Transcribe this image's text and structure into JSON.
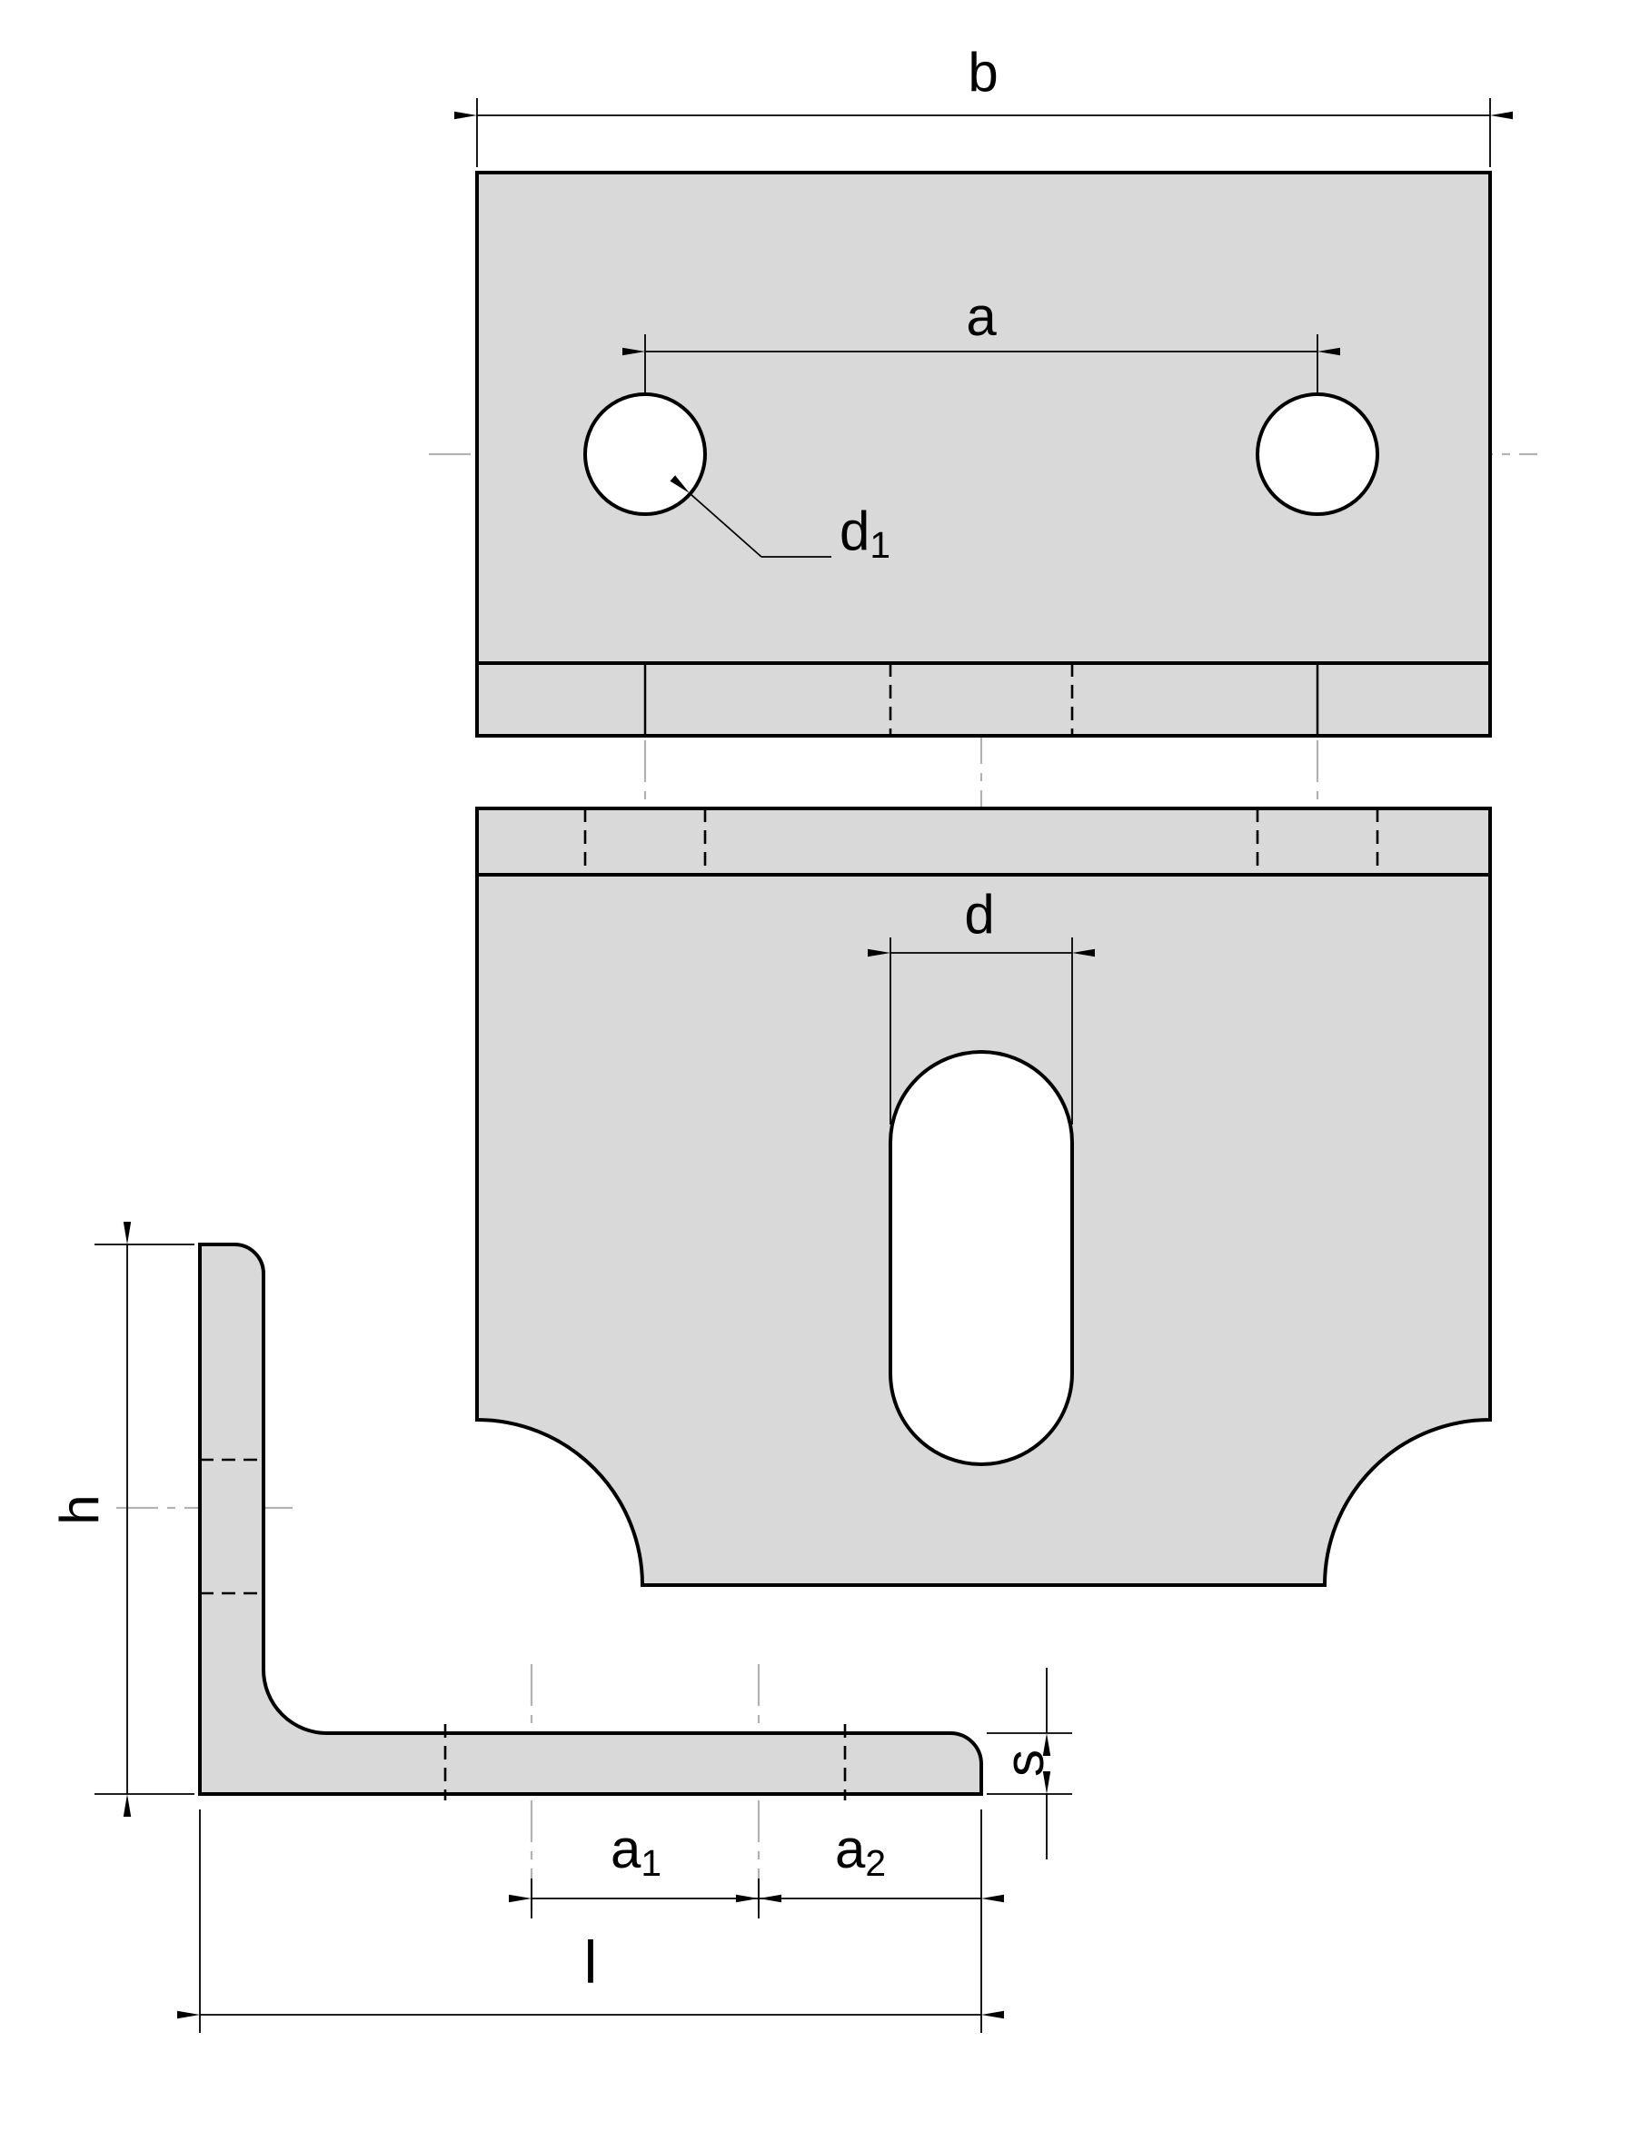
{
  "drawing": {
    "colors": {
      "background": "#ffffff",
      "part_fill": "#d9d9d9",
      "outline": "#000000",
      "centerline": "#b2b2b2"
    },
    "labels": {
      "b": "b",
      "a": "a",
      "d1_base": "d",
      "d1_sub": "1",
      "d": "d",
      "h": "h",
      "s": "s",
      "a1_base": "a",
      "a1_sub": "1",
      "a2_base": "a",
      "a2_sub": "2",
      "l": "l"
    }
  }
}
